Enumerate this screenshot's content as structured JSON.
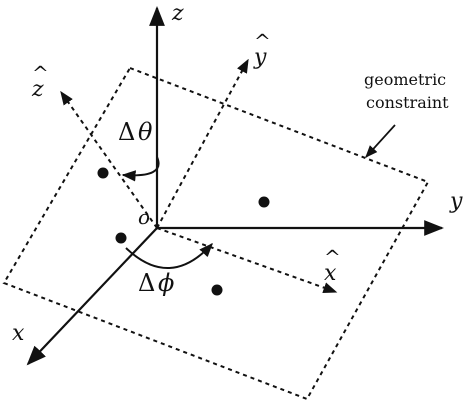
{
  "axes": {
    "z": "z",
    "y": "y",
    "x": "x",
    "origin": "o",
    "z_hat": "z",
    "y_hat": "y",
    "x_hat": "x",
    "hat_mark": "^"
  },
  "angles": {
    "delta_theta_delta": "Δ",
    "delta_theta_symbol": "θ",
    "delta_phi_delta": "Δ",
    "delta_phi_symbol": "ϕ"
  },
  "annotation": {
    "line1": "geometric",
    "line2": "constraint"
  }
}
